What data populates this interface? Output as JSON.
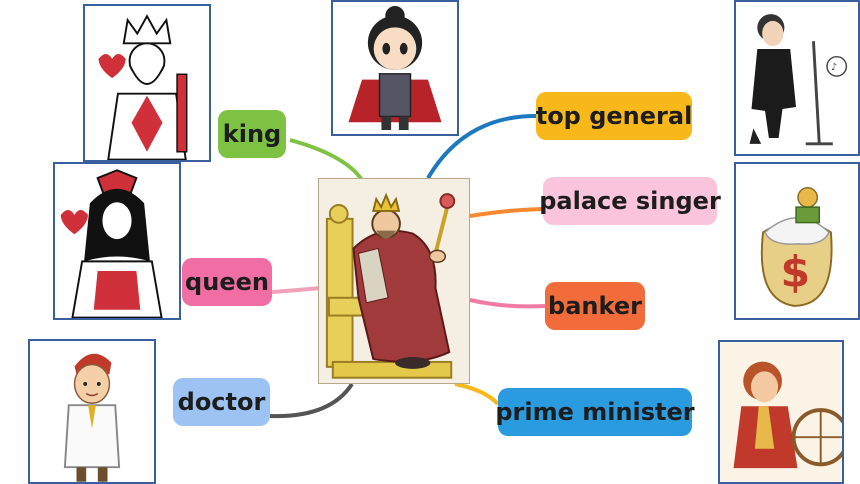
{
  "center_image": "king-on-throne",
  "labels": {
    "king": "king",
    "queen": "queen",
    "doctor": "doctor",
    "top_general": "top general",
    "palace_singer": "palace singer",
    "banker": "banker",
    "prime_minister": "prime minister"
  },
  "colors": {
    "king": "#7dc242",
    "queen": "#f06ea3",
    "doctor": "#9dc3f2",
    "top_general": "#f8b81a",
    "palace_singer": "#f9c4dc",
    "banker": "#f26b3a",
    "prime_minister": "#2b9be0"
  },
  "line_colors": {
    "king": "#7dc242",
    "queen": "#f0a0b8",
    "doctor": "#555555",
    "top_general": "#1c79c0",
    "palace_singer": "#f5892f",
    "banker": "#f07aa6",
    "prime_minister": "#f8b81a"
  },
  "icons": [
    "king-card-icon",
    "queen-card-icon",
    "doctor-icon",
    "general-icon",
    "singer-icon",
    "money-bag-icon",
    "minister-icon"
  ]
}
